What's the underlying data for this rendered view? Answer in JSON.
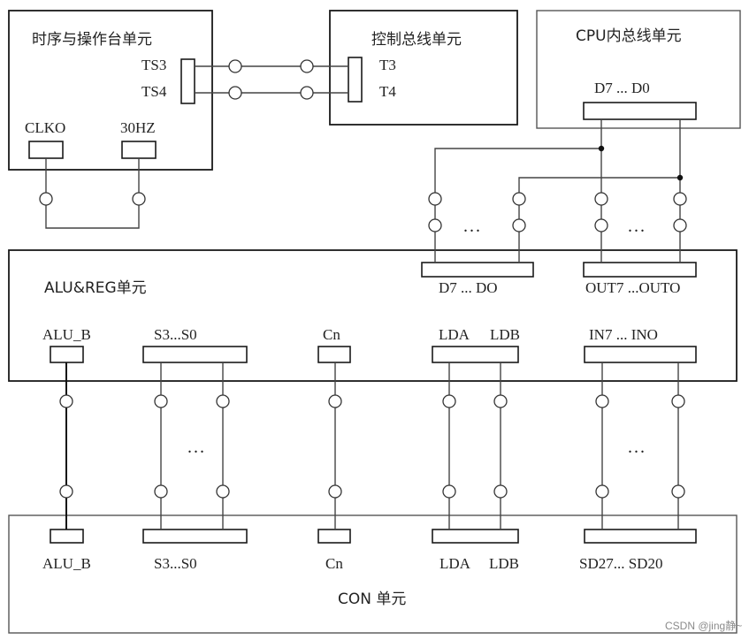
{
  "units": {
    "timing": {
      "title": "时序与操作台单元",
      "ts3": "TS3",
      "ts4": "TS4",
      "clk": "CLKO",
      "hz": "30HZ"
    },
    "control_bus": {
      "title": "控制总线单元",
      "t3": "T3",
      "t4": "T4"
    },
    "cpu_bus": {
      "title": "CPU内总线单元",
      "data": "D7 ... D0"
    },
    "alu": {
      "title": "ALU&REG单元",
      "data_in": "D7 ... DO",
      "out": "OUT7 ...OUTO",
      "alu_b": "ALU_B",
      "s": "S3...S0",
      "cn": "Cn",
      "lda": "LDA",
      "ldb": "LDB",
      "in": "IN7 ... INO"
    },
    "con": {
      "title": "CON 单元",
      "alu_b": "ALU_B",
      "s": "S3...S0",
      "cn": "Cn",
      "lda": "LDA",
      "ldb": "LDB",
      "sd": "SD27... SD20"
    }
  },
  "ellipsis": {
    "short": "...",
    "dotted": "· · ·"
  },
  "watermark": "CSDN @jing静~"
}
